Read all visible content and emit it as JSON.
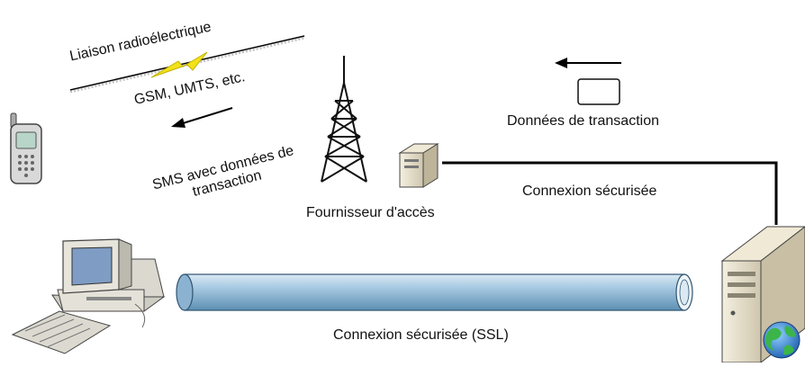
{
  "labels": {
    "radio_link": "Liaison radioélectrique",
    "networks": "GSM, UMTS, etc.",
    "sms_line1": "SMS avec données de",
    "sms_line2": "transaction",
    "provider": "Fournisseur d'accès",
    "transaction_data": "Données de transaction",
    "secure_connection": "Connexion sécurisée",
    "secure_ssl": "Connexion sécurisée (SSL)"
  },
  "colors": {
    "lightning": "#f2e21a",
    "tube": "#9ec3dd",
    "tube_dark": "#5d8fb2",
    "line": "#000000"
  },
  "icons": [
    "mobile-phone-icon",
    "radio-tower-icon",
    "provider-server-icon",
    "desktop-computer-icon",
    "web-server-icon",
    "globe-icon",
    "lightning-icon",
    "document-icon"
  ]
}
